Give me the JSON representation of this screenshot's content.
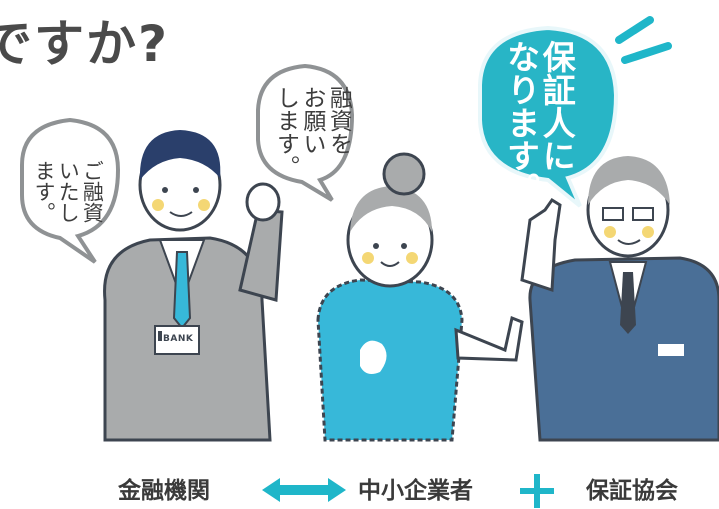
{
  "heading": "ですか?",
  "bubbles": {
    "bank_speech": "ご融資\nいたし\nます。",
    "person_speech": "融資を\nお願い\nします。",
    "guarantor_speech": "保証人に\nなります。"
  },
  "badge_text": "BANK",
  "footer": {
    "left_label": "金融機関",
    "middle_label": "中小企業者",
    "right_label": "保証協会",
    "arrow_icon": "double-arrow-icon",
    "plus_icon": "plus-icon"
  },
  "colors": {
    "teal": "#1fb6c9",
    "guarantor_bubble": "#28b5c6",
    "shirt": "#37b8d9",
    "banker_suit": "#a9abac",
    "guarantor_suit": "#4a6f97"
  }
}
